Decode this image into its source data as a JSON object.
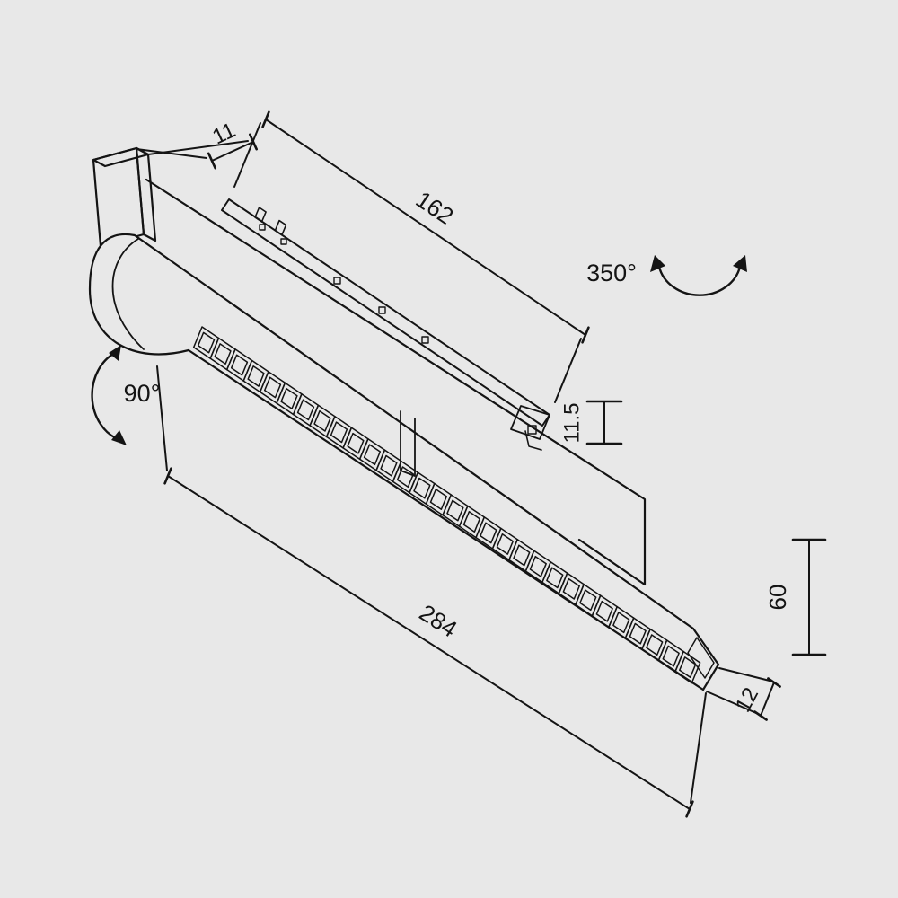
{
  "background": "#e8e8e8",
  "ink": "#141414",
  "labels": {
    "track_width": "11",
    "track_length": "162",
    "pan_rotation": "350°",
    "tilt_rotation": "90°",
    "track_height": "11.5",
    "fixture_length": "284",
    "fixture_height": "60",
    "louver_depth": "12"
  },
  "drawing": {
    "louver_count": 30
  }
}
